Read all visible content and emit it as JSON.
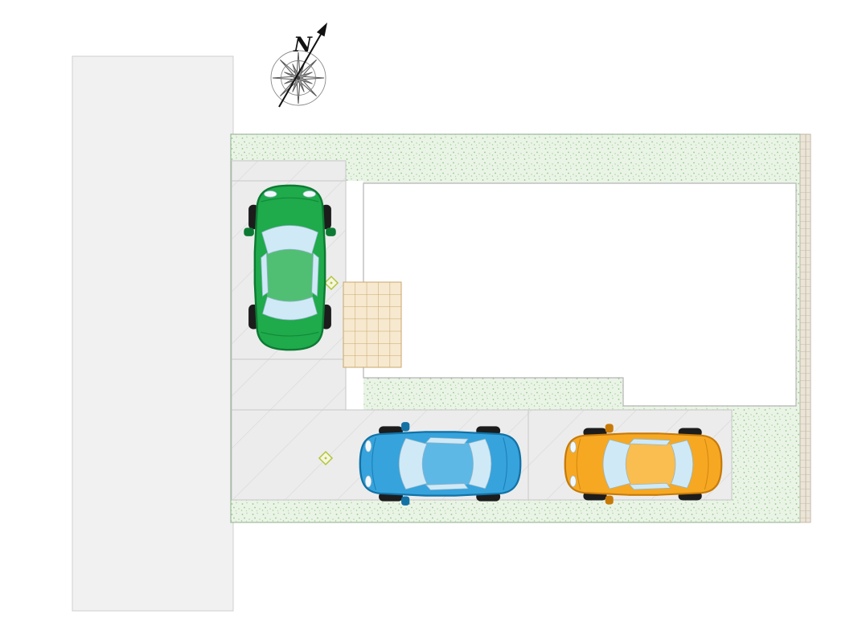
{
  "compass": {
    "north_label": "N"
  },
  "colors": {
    "road_fill": "#f1f1f1",
    "road_border": "#cfcfcf",
    "plot_green_bg": "#eaf4e6",
    "plot_speckle": "#8fc687",
    "plot_border": "#8cae8c",
    "parking_fill": "#ececec",
    "parking_line": "#c6c6c6",
    "house_fill": "#ffffff",
    "house_border": "#b5b5b5",
    "walkway_fill": "#ffffff",
    "tile_fill": "#f6e9cf",
    "tile_line": "#c9a56b",
    "wall_fill": "#ebe5d8",
    "wall_line": "#c6bca8",
    "marker_stroke": "#b5c33c",
    "marker_fill": "#f4f7dd",
    "glass": "#cfe9f6",
    "wheel": "#1c1c1c",
    "compass_dark": "#555555",
    "arrow_color": "#111111"
  },
  "cars": [
    {
      "name": "green-car",
      "body": "#1faa4b",
      "dark": "#0d7a33",
      "light": "#8fd9a5"
    },
    {
      "name": "blue-car",
      "body": "#36a3dc",
      "dark": "#1272a6",
      "light": "#8ed2f0"
    },
    {
      "name": "orange-car",
      "body": "#f6a823",
      "dark": "#c77a08",
      "light": "#fcd687"
    }
  ],
  "markers": [
    {
      "name": "boundary-marker-upper"
    },
    {
      "name": "boundary-marker-lower"
    }
  ]
}
